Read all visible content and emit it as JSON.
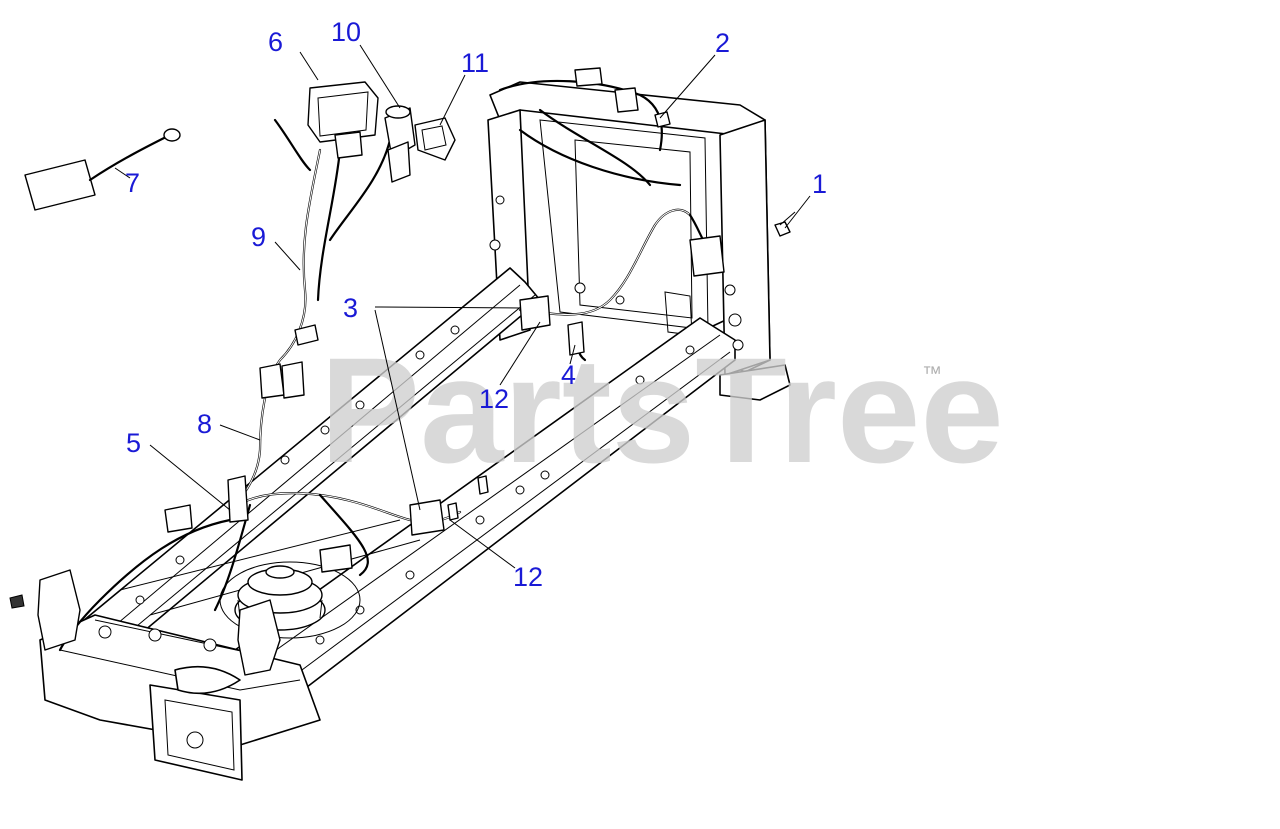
{
  "watermark": {
    "text": "PartsTree",
    "trademark": "™"
  },
  "callouts": [
    {
      "id": "1",
      "text": "1"
    },
    {
      "id": "2",
      "text": "2"
    },
    {
      "id": "3",
      "text": "3"
    },
    {
      "id": "4",
      "text": "4"
    },
    {
      "id": "5",
      "text": "5"
    },
    {
      "id": "6",
      "text": "6"
    },
    {
      "id": "7",
      "text": "7"
    },
    {
      "id": "8",
      "text": "8"
    },
    {
      "id": "9",
      "text": "9"
    },
    {
      "id": "10",
      "text": "10"
    },
    {
      "id": "11",
      "text": "11"
    },
    {
      "id": "12a",
      "text": "12"
    },
    {
      "id": "12b",
      "text": "12"
    }
  ],
  "colors": {
    "callout": "#1a1ad6",
    "line": "#000000",
    "watermark": "#cfcfcf"
  }
}
